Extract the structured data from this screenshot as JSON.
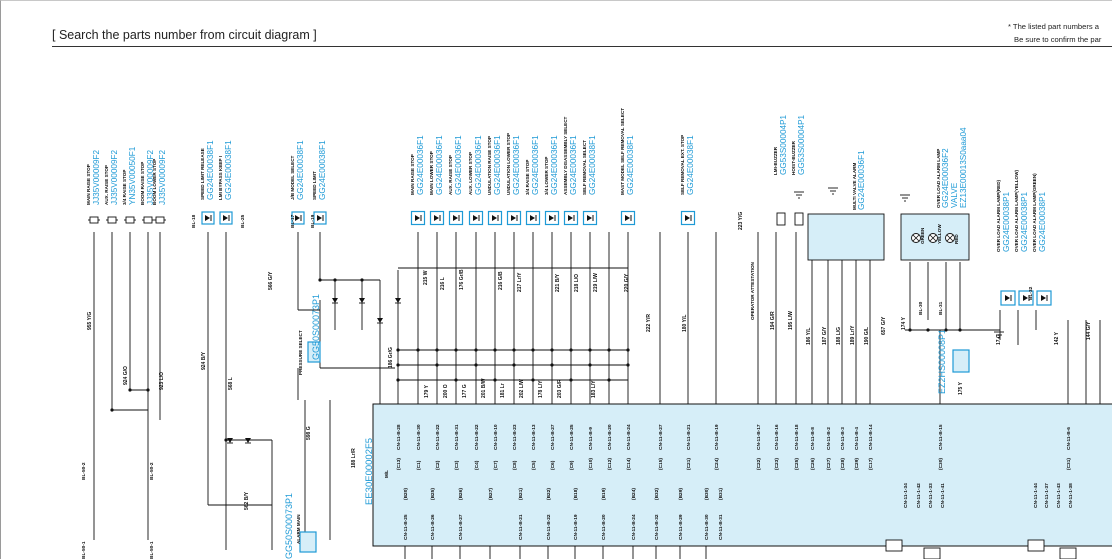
{
  "header": {
    "title": "[ Search the parts number from circuit diagram ]",
    "note_line1": "* The listed part numbers a",
    "note_line2": "Be sure to confirm the par"
  },
  "switch_group_a": {
    "items": [
      {
        "label": "MAIN RAISE STOP",
        "part": "JJ35V00009F2"
      },
      {
        "label": "AUX. RAISE STOP",
        "part": "JJ35V00009F2"
      },
      {
        "label": "3/4 RAISE STOP",
        "part": "YN35V00050F1"
      },
      {
        "label": "BOOM RAISE STOP",
        "part": "JJ35V00009F2"
      },
      {
        "label": "BOOM LOWER STOP",
        "part": "JJ35V00009F2"
      }
    ]
  },
  "switch_group_b": {
    "items": [
      {
        "label": "SPEED LIMIT RELEASE",
        "part": "GG24E00038F1"
      },
      {
        "label": "LMI BYPASS KEEP I",
        "part": "GG24E00038F1"
      }
    ]
  },
  "switch_group_c": {
    "items": [
      {
        "label": "J/B MODEL SELECT",
        "part": "GG24E00038F1"
      },
      {
        "label": "SPEED LIMIT",
        "part": "GG24E00038F1"
      }
    ]
  },
  "switch_group_d": {
    "items": [
      {
        "label": "MAIN RAISE STOP",
        "part": "GG24E00036F1"
      },
      {
        "label": "MAIN LOWER STOP",
        "part": "GG24E00036F1"
      },
      {
        "label": "AUX. RAISE STOP",
        "part": "GG24E00036F1"
      },
      {
        "label": "AUX. LOWER STOP",
        "part": "GG24E00036F1"
      },
      {
        "label": "UNDULATION RAISE STOP",
        "part": "GG24E00036F1"
      },
      {
        "label": "UNDULATION LOWER STOP",
        "part": "GG24E00036F1"
      },
      {
        "label": "3/4 RAISE STOP",
        "part": "GG24E00036F1"
      },
      {
        "label": "3/4 LOWER STOP",
        "part": "GG24E00036F1"
      },
      {
        "label": "ASSEMBLY DISASSEMBLY SELECT",
        "part": "GG24E00036F1"
      },
      {
        "label": "SELF REMOVAL SELECT",
        "part": "GG24E00038F1"
      },
      {
        "label": "MAST MODEL SELF REMOVAL SELECT",
        "part": "GG24E00038F1"
      },
      {
        "label": "SELF REMOVAL EXT. STOP",
        "part": "GG24E00038F1"
      }
    ]
  },
  "buzzers": {
    "items": [
      {
        "label": "LMI-BUZZER",
        "part": "GG53S00004P1"
      },
      {
        "label": "HOIST-BUZZER",
        "part": "GG53S00004P1"
      }
    ]
  },
  "multi_valve_alarm": {
    "label": "MULTI VALVE ALARM",
    "part": "GG24E00036F1"
  },
  "overload_lamp": {
    "label": "OVER LOAD ALARM LAMP",
    "part1": "GG24E00036F2",
    "valve_label": "VALVE",
    "part2": "EZ13E00013S0aaa04",
    "lamps": [
      "GREEN",
      "YELLOW",
      "RED"
    ]
  },
  "overload_lamp_switches": {
    "items": [
      {
        "label": "OVER LOAD ALARM LAMP(RED)",
        "part": "GG24E00038P1"
      },
      {
        "label": "OVER LOAD ALARM LAMP(YELLOW)",
        "part": "GG24E00038P1"
      },
      {
        "label": "OVER LOAD ALARM LAMP(GREEN)",
        "part": "GG24E00038P1"
      }
    ]
  },
  "pressure_select": {
    "label": "PRESSURE SELECT",
    "part": "GG50S00073P1"
  },
  "relay_lower": {
    "part": "GG50S00073P1",
    "label": "ALARM MAIN"
  },
  "relay_right": {
    "part": "EZ2HS00008P1"
  },
  "controller": {
    "part": "EE30E00002F5",
    "mark": "M/L"
  },
  "operator_attestation": "OPERATOR ATTESTATION",
  "wire_labels": [
    "955 Y/G",
    "924 G/O",
    "923 L/O",
    "924 B/Y",
    "566 G/Y",
    "215 W",
    "216 L",
    "176 Gr/B",
    "216 G/B",
    "217 Lr/Y",
    "221 B/Y",
    "218 L/O",
    "219 L/W",
    "220 G/Y",
    "223 Y/G",
    "194 G/R",
    "195 L/W",
    "186 Y/L",
    "187 G/Y",
    "188 L/G",
    "189 Lr/Y",
    "190 G/L",
    "657 G/Y",
    "179 Y",
    "200 O",
    "177 G",
    "201 B/W",
    "181 Lr",
    "202 L/W",
    "178 L/Y",
    "203 G/R",
    "183 L/Y",
    "222 Y/R",
    "180 Y/L",
    "568 L",
    "562 B/Y",
    "598 G",
    "188 Lr/R",
    "186 Gr/G",
    "174 Y",
    "175 Y",
    "17 G",
    "142 Y",
    "144 G/Y"
  ],
  "pins_top": [
    "CN-11-B-28",
    "CN-11-B-30",
    "CN-11-B-22",
    "CN-11-B-31",
    "CN-11-B-22",
    "CN-11-B-10",
    "CN-11-B-23",
    "CN-11-B-13",
    "CN-11-B-27",
    "CN-11-B-25",
    "CN-11-B-9",
    "CN-11-B-20",
    "CN-11-B-24",
    "CN-11-B-27",
    "CN-11-B-21",
    "CN-11-B-19",
    "CN-11-B-17",
    "CN-11-B-16",
    "CN-11-B-18",
    "CN-11-B-8",
    "CN-11-B-2",
    "CN-11-B-3",
    "CN-11-B-4",
    "CN-11-B-14",
    "CN-11-B-15",
    "CN-11-B-6"
  ],
  "ports_top": [
    "(C13)",
    "(C1)",
    "(C2)",
    "(C3)",
    "(C4)",
    "(C7)",
    "(C8)",
    "(C5)",
    "(C6)",
    "(C9)",
    "(C10)",
    "(C12)",
    "(C14)",
    "(C15)",
    "(C21)",
    "(C24)",
    "(C22)",
    "(C23)",
    "(C25)",
    "(C26)",
    "(C27)",
    "(C28)",
    "(C29)",
    "(C17)",
    "(C30)",
    "(C31)"
  ],
  "pins_bottom": [
    "CN-11-B-25",
    "CN-11-B-26",
    "CN-11-B-27",
    "CN-11-B-21",
    "CN-11-B-22",
    "CN-11-B-19",
    "CN-11-B-20",
    "CN-11-B-24",
    "CN-11-B-32",
    "CN-11-B-29",
    "CN-11-B-30",
    "CN-11-B-31"
  ],
  "ports_bottom": [
    "(B20)",
    "(B25)",
    "(B26)",
    "(B27)",
    "(B21)",
    "(B22)",
    "(B18)",
    "(B19)",
    "(B24)",
    "(B32)",
    "(B29)",
    "(B30)",
    "(B31)"
  ],
  "pins_right": [
    "CN-11-1-34",
    "CN-11-1-42",
    "CN-11-1-33",
    "CN-11-1-41",
    "CN-11-1-44",
    "CN-11-1-37",
    "CN-11-1-43",
    "CN-11-1-38"
  ],
  "side_labels": [
    "BL-50-2",
    "BL-50-1",
    "BL-50-2",
    "BL-50-1",
    "BL-30",
    "BL-31",
    "BL-32",
    "BL-18",
    "BL-25",
    "BL-17",
    "BL-19"
  ]
}
